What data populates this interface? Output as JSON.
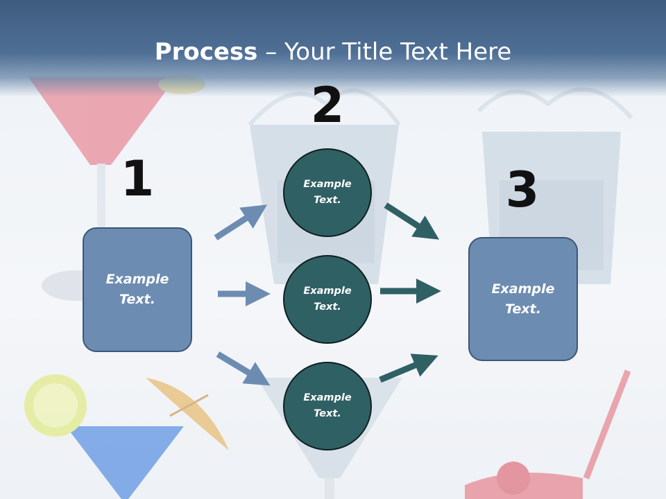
{
  "title": {
    "bold": "Process",
    "rest": " – Your Title Text Here"
  },
  "steps": [
    {
      "number": "1"
    },
    {
      "number": "2"
    },
    {
      "number": "3"
    }
  ],
  "boxes": [
    {
      "text": "Example Text."
    },
    {
      "text": "Example Text."
    }
  ],
  "circles": [
    {
      "text": "Example Text."
    },
    {
      "text": "Example Text."
    },
    {
      "text": "Example Text."
    }
  ],
  "colors": {
    "header": "#4f6f95",
    "box_fill": "#6d8cb2",
    "circle_fill": "#2f6064",
    "arrow_light": "#6d8cb2",
    "arrow_dark": "#2f6064"
  }
}
